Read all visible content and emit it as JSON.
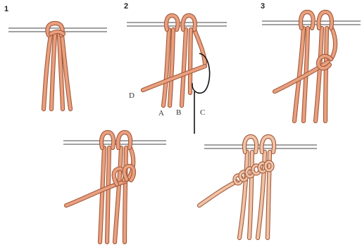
{
  "steps": [
    {
      "number": "1"
    },
    {
      "number": "2"
    },
    {
      "number": "3"
    }
  ],
  "cord_labels": {
    "d": "D",
    "a": "A",
    "b": "B",
    "c": "C"
  },
  "colors": {
    "cord_fill": "#e9a07e",
    "cord_outline": "#a2583a",
    "cord_fill_light": "#efc3a6",
    "rod": "#6a6a6a",
    "pointer": "#111111"
  }
}
